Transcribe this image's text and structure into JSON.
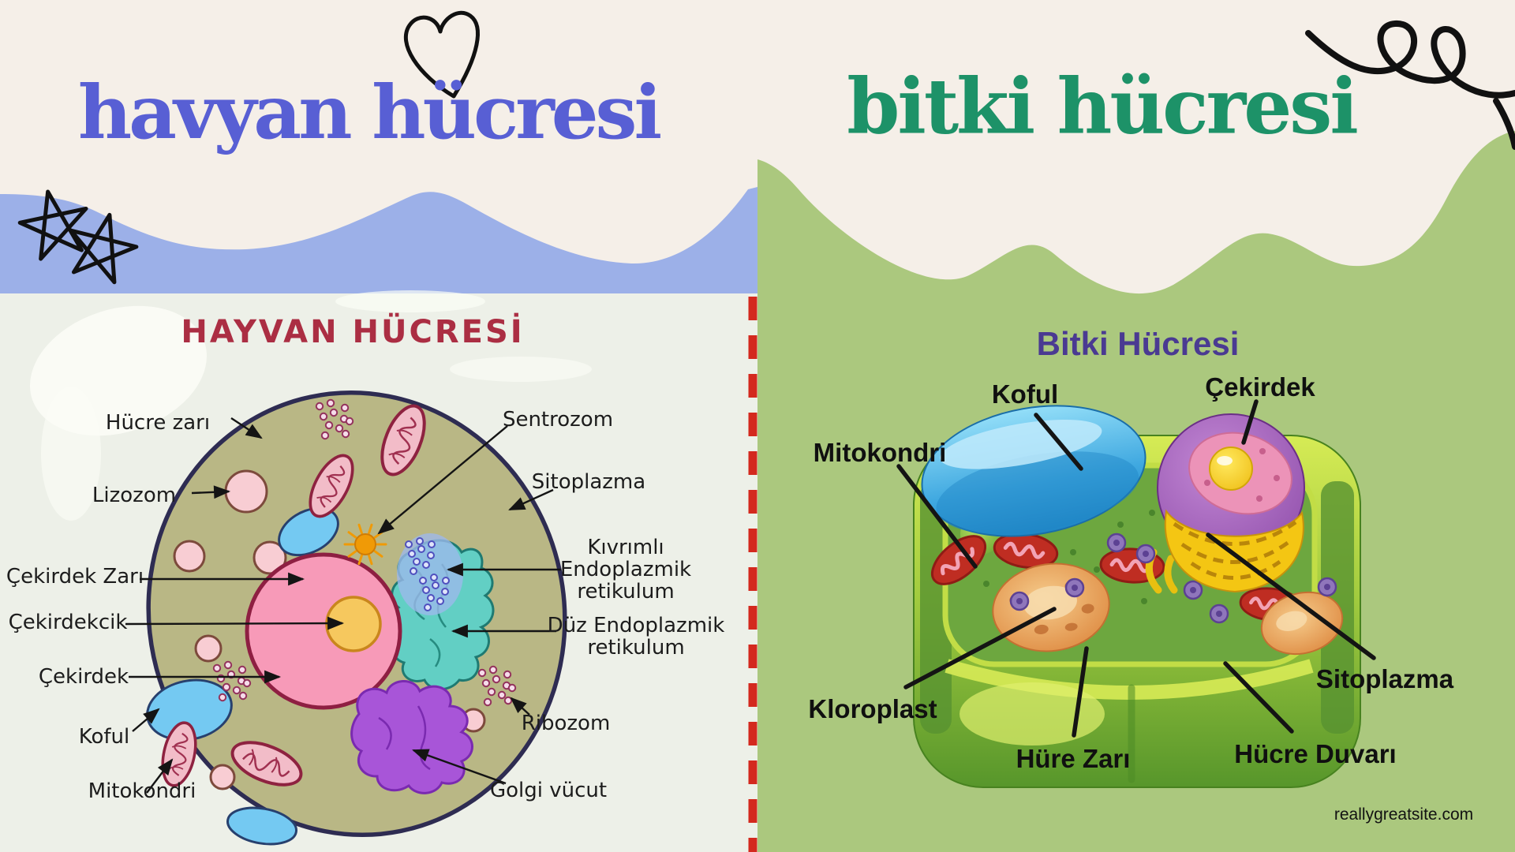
{
  "titles": {
    "left": "havyan hücresi",
    "right": "bitki hücresi"
  },
  "animal_cell": {
    "heading": "HAYVAN HÜCRESİ",
    "labels": {
      "hucre_zari": "Hücre zarı",
      "lizozom": "Lizozom",
      "cekirdek_zari": "Çekirdek Zarı",
      "cekirdekcik": "Çekirdekcik",
      "cekirdek": "Çekirdek",
      "koful": "Koful",
      "mitokondri": "Mitokondri",
      "sentrozom": "Sentrozom",
      "sitoplazma": "Sitoplazma",
      "kivrimli_er": "Kıvrımlı Endoplazmik retikulum",
      "duz_er": "Düz Endoplazmik retikulum",
      "ribozom": "Ribozom",
      "golgi": "Golgi vücut"
    }
  },
  "plant_cell": {
    "heading": "Bitki Hücresi",
    "labels": {
      "koful": "Koful",
      "cekirdek": "Çekirdek",
      "mitokondri": "Mitokondri",
      "kloroplast": "Kloroplast",
      "hure_zari": "Hüre Zarı",
      "hucre_duvari": "Hücre Duvarı",
      "sitoplazma": "Sitoplazma"
    }
  },
  "watermark": "reallygreatsite.com",
  "icons": {
    "heart": "heart-doodle-icon",
    "stars": "star-doodle-icon",
    "scribble": "scribble-doodle-icon"
  },
  "colors": {
    "cream": "#f5efe8",
    "panel": "#edf0e8",
    "band-blue": "#9cb0e8",
    "bg-green": "#abc87e",
    "title-left": "#585fd4",
    "title-right": "#1d9268",
    "animal-heading": "#ab2e43",
    "plant-heading": "#4a3a92",
    "divider-red": "#d3291e",
    "ink": "#1c1c1c"
  }
}
